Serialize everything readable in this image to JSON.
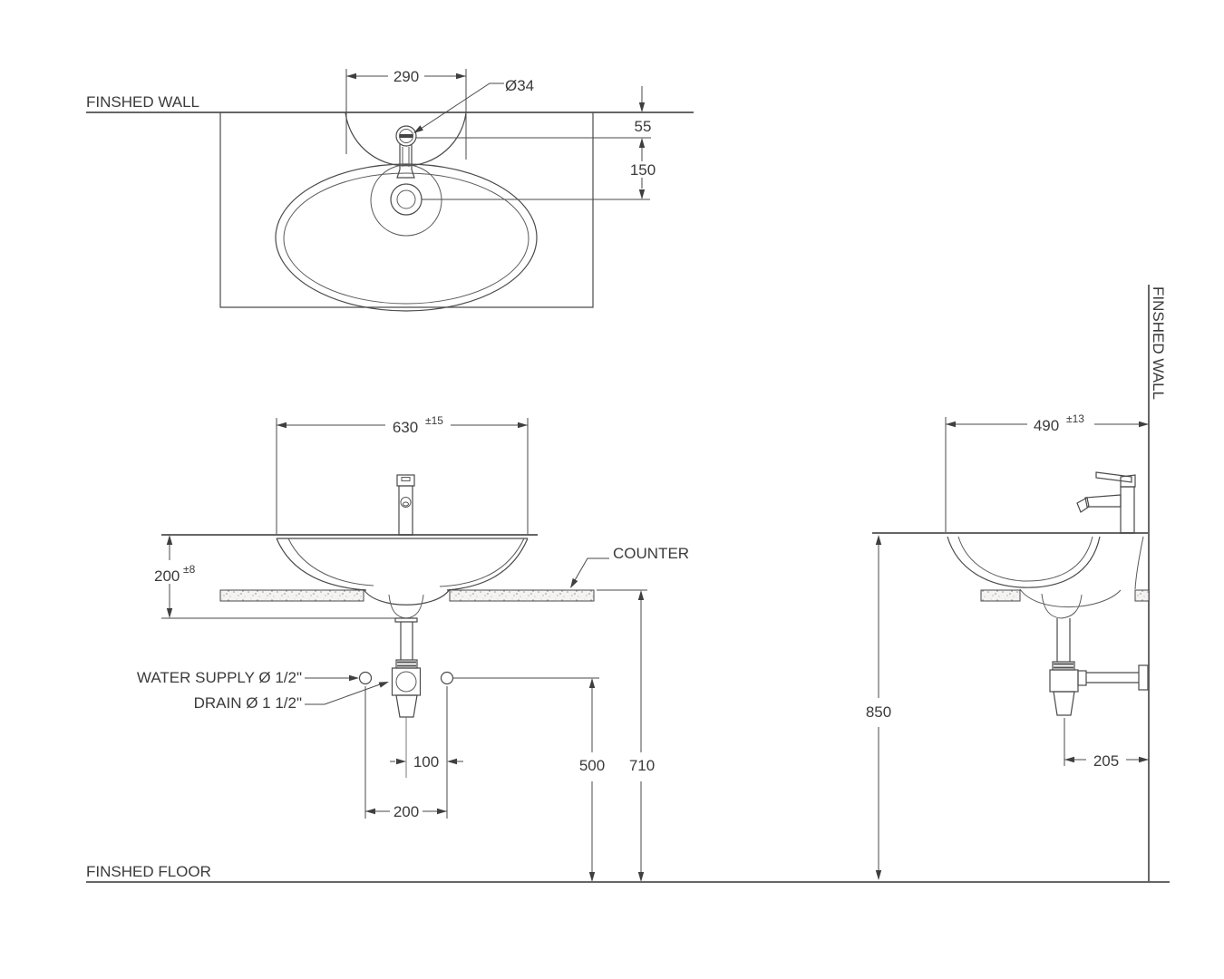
{
  "drawing": {
    "labels": {
      "finished_wall_top": "FINSHED WALL",
      "finished_wall_side": "FINSHED WALL",
      "finished_floor": "FINSHED FLOOR",
      "counter": "COUNTER",
      "water_supply": "WATER SUPPLY Ø 1/2\"",
      "drain": "DRAIN Ø 1 1/2\""
    },
    "top_view": {
      "faucet_centers_width": "290",
      "faucet_hole_diameter": "Ø34",
      "wall_to_faucet_hole": "55",
      "faucet_hole_to_drain": "150"
    },
    "front_view": {
      "basin_width": "630",
      "basin_width_tolerance": "±15",
      "basin_height": "200",
      "basin_height_tolerance": "±8",
      "drain_to_supply": "100",
      "supply_spacing": "200",
      "supply_height": "500",
      "counter_height": "710"
    },
    "side_view": {
      "basin_depth": "490",
      "basin_depth_tolerance": "±13",
      "rim_height": "850",
      "trap_wall_offset": "205"
    }
  }
}
